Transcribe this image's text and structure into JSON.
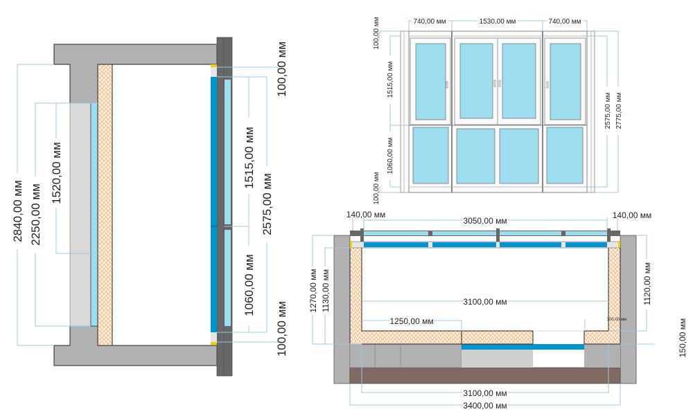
{
  "colors": {
    "wall": "#b0b1b3",
    "post": "#666767",
    "glass_light": "#9edcf0",
    "glass_dark": "#0095cf",
    "insulation": "#fbe3cc",
    "floor": "#7f6b63",
    "seal": "#f2d000",
    "dim_line": "#9cc8e0"
  },
  "side_section": {
    "dims_left": [
      "2840,00 мм",
      "2250,00 мм",
      "1520,00 мм"
    ],
    "dims_right": {
      "top_gap": "100,00 мм",
      "upper": "1515,00 мм",
      "lower": "1060,00 мм",
      "total": "2575,00 мм",
      "bottom_gap": "100,00 мм"
    }
  },
  "elevation": {
    "widths": [
      "740,00 мм",
      "1530,00 мм",
      "740,00 мм"
    ],
    "dims_left": {
      "top": "100,00 мм",
      "upper": "1515,00 мм",
      "lower": "1060,00 мм",
      "bottom": "100,00 мм"
    },
    "dims_right": {
      "frame": "2575,00 мм",
      "total": "2775,00 мм"
    }
  },
  "plan": {
    "top_left": "140,00 мм",
    "top_span": "3050,00 мм",
    "top_right": "140,00 мм",
    "inner_width": "3100,00 мм",
    "partial": "1250,00 мм",
    "small": "300,00 мм",
    "left_outer": "1270,00 мм",
    "left_inner": "1130,00 мм",
    "right_depth": "1120,00 мм",
    "right_slab": "150,00 мм",
    "bottom_inner": "3100,00 мм",
    "bottom_total": "3400,00 мм"
  }
}
